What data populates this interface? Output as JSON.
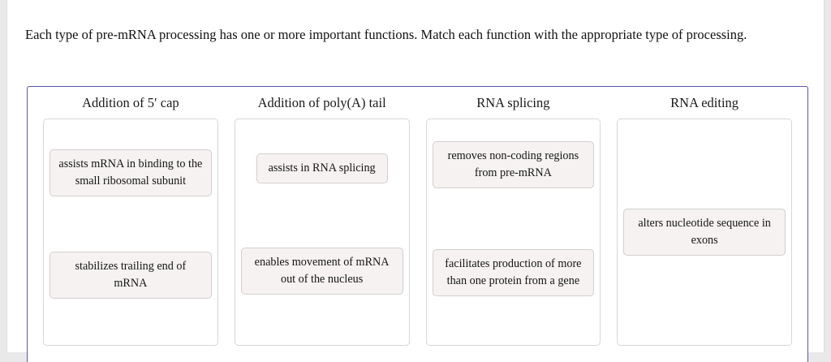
{
  "prompt": "Each type of pre-mRNA processing has one or more important functions. Match each function with the appropriate type of processing.",
  "accent_color": "#5a55b0",
  "tile_background": "#f5f2f1",
  "tile_border_color": "#d2d0cf",
  "dropzone_border_color": "#d6d6d6",
  "columns": [
    {
      "header": "Addition of 5′ cap",
      "tiles": [
        "assists mRNA in binding to the small ribosomal subunit",
        "stabilizes trailing end of mRNA"
      ]
    },
    {
      "header": "Addition of poly(A) tail",
      "tiles": [
        "assists in RNA splicing",
        "enables movement of mRNA out of the nucleus"
      ]
    },
    {
      "header": "RNA splicing",
      "tiles": [
        "removes non-coding regions from pre-mRNA",
        "facilitates production of more than one protein from a gene"
      ]
    },
    {
      "header": "RNA editing",
      "tiles": [
        "alters nucleotide sequence in exons"
      ]
    }
  ]
}
